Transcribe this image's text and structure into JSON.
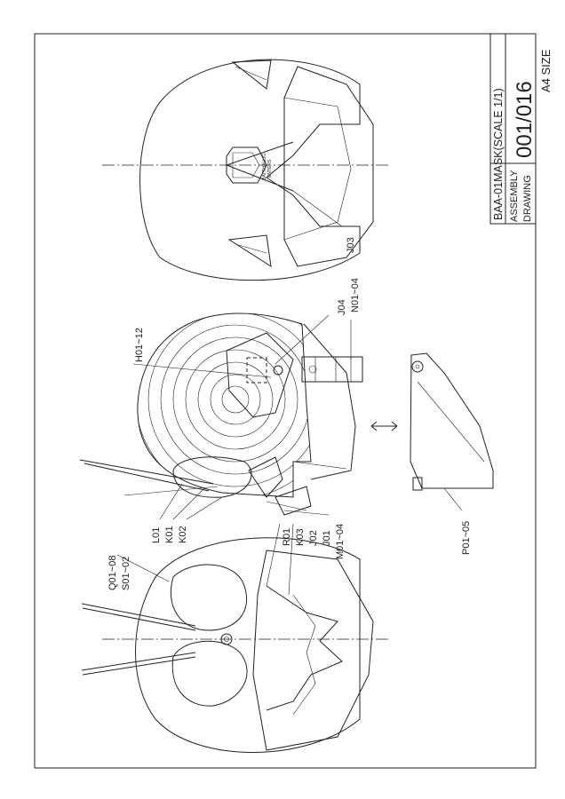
{
  "title_block": {
    "drawing_name": "BAA-01MASK(SCALE 1/1)",
    "drawing_type_1": "ASSEMBLY",
    "drawing_type_2": "DRAWING",
    "sheet_number": "001/016",
    "paper_size": "A4 SIZE"
  },
  "emblem": {
    "text_1": "BATTHALLIG",
    "text_2": "ENTERS"
  },
  "callouts": {
    "j03": "J03",
    "j04": "J04",
    "n01_04": "N01~04",
    "h01_12": "H01~12",
    "l01": "L01",
    "k01": "K01",
    "k02": "K02",
    "q01_08": "Q01~08",
    "s01_02": "S01~02",
    "r01": "R01",
    "k03": "K03",
    "j02": "J02",
    "j01": "J01",
    "m01_04": "M01~04",
    "p01_05": "P01~05"
  },
  "colors": {
    "line": "#222222",
    "paper": "#ffffff"
  }
}
